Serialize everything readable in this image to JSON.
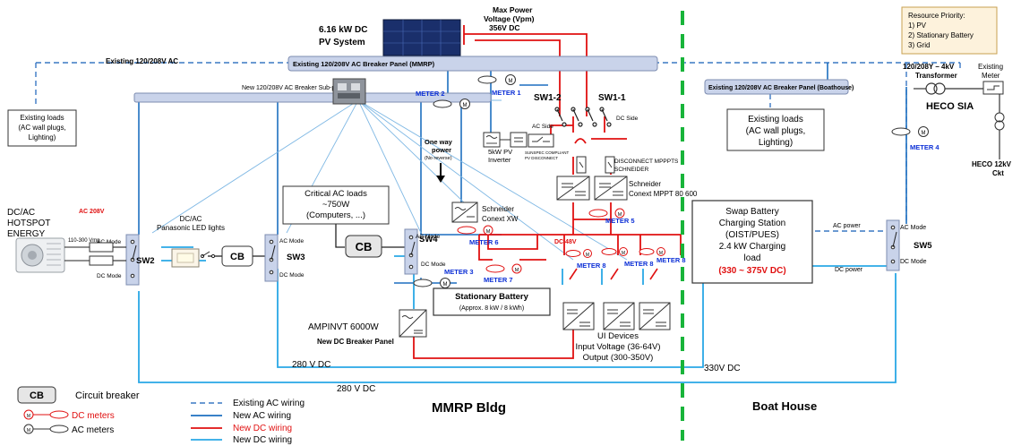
{
  "colors": {
    "existing_ac": "#3a78c4",
    "new_ac": "#1d6fc0",
    "new_dc_red": "#e01010",
    "new_dc_light": "#29a8e6",
    "building_divider": "#18b43a",
    "panel_fill": "#c9d3ea",
    "panel_stroke": "#7d8cb0",
    "building_label": "#1fa83a",
    "meter_label": "#0b2fd6"
  },
  "pv": {
    "title_line1": "6.16 kW DC",
    "title_line2": "PV System"
  },
  "vpm": {
    "line1": "Max Power",
    "line2": "Voltage (Vpm)",
    "value": "356V DC"
  },
  "priority": {
    "title": "Resource Priority:",
    "items": [
      "1)  PV",
      "2)  Stationary Battery",
      "3)  Grid"
    ]
  },
  "wiring_top": {
    "existing_ac_label": "Existing 120/208V AC"
  },
  "panels": {
    "mmrp": "Existing 120/208V AC Breaker Panel (MMRP)",
    "subpanel": "New 120/208V AC Breaker Sub-panel",
    "boathouse": "Existing 120/208V AC Breaker Panel (Boathouse)"
  },
  "transformer": {
    "line1": "120/208Y – 4kV",
    "line2": "Transformer"
  },
  "existing_meter": {
    "line1": "Existing",
    "line2": "Meter"
  },
  "heco": {
    "sia": "HECO SIA",
    "ckt_line1": "HECO 12kV",
    "ckt_line2": "Ckt"
  },
  "existing_loads_left": {
    "line1": "Existing loads",
    "line2": "(AC wall plugs,",
    "line3": "Lighting)"
  },
  "existing_loads_right": {
    "line1": "Existing loads",
    "line2": "(AC wall plugs,",
    "line3": "Lighting)"
  },
  "meters": {
    "m1": "METER 1",
    "m2": "METER 2",
    "m3": "METER 3",
    "m4": "METER 4",
    "m5": "METER 5",
    "m6": "METER 6",
    "m7": "METER 7",
    "m8a": "METER 8",
    "m8b": "METER 8",
    "m8c": "METER 8"
  },
  "meter_symbol": "M",
  "switches": {
    "sw1_2": "SW1-2",
    "sw1_1": "SW1-1",
    "sw2": "SW2",
    "sw3": "SW3",
    "sw4": "SW4",
    "sw5": "SW5",
    "ac_side": "AC Side",
    "dc_side": "DC Side",
    "ac_mode": "AC Mode",
    "dc_mode": "DC Mode"
  },
  "inverter_pv": {
    "line1": "5kW PV",
    "line2": "Inverter"
  },
  "disconnect": {
    "line1": "SUNSPEC COMPLIANT",
    "line2": "PV DISCONNECT"
  },
  "mppt_disconnect": {
    "line1": "DISCONNECT MPPPTS",
    "line2": "SCHNEIDER"
  },
  "conext_mppt": {
    "line1": "Schneider",
    "line2": "Conext MPPT 80 600"
  },
  "conext_xw": {
    "line1": "Schneider",
    "line2": "Conext XW"
  },
  "one_way": {
    "line1": "One way",
    "line2": "power",
    "line3": "(No reverse)"
  },
  "critical_loads": {
    "line1": "Critical AC loads",
    "line2": "~750W",
    "line3": "(Computers, ...)"
  },
  "cb_label": "CB",
  "dcac_hotspot": {
    "line1": "DC/AC",
    "line2": "HOTSPOT",
    "line3": "ENERGY",
    "vmp": "110-300 Vmp",
    "ac208": "AC 208V"
  },
  "led": {
    "line1": "DC/AC",
    "line2": "Panasonic LED lights"
  },
  "battery": {
    "title": "Stationary Battery",
    "sub": "(Approx. 8 kW / 8 kWh)"
  },
  "dc48": "DC 48V",
  "ampinvt": {
    "label": "AMPINVT 6000W",
    "panel": "New DC Breaker Panel"
  },
  "ui_devices": {
    "line1": "UI Devices",
    "line2": "Input Voltage (36-64V)",
    "line3": "Output (300-350V)"
  },
  "swap_station": {
    "line1": "Swap Battery",
    "line2": "Charging Station",
    "line3": "(OIST/PUES)",
    "line4": "2.4 kW Charging",
    "line5": "load",
    "line6": "(330 ~ 375V DC)"
  },
  "ac_power": "AC power",
  "dc_power": "DC power",
  "bus": {
    "v280a": "280 V DC",
    "v280b": "280 V DC",
    "v330": "330V DC"
  },
  "buildings": {
    "mmrp": "MMRP Bldg",
    "boathouse": "Boat House"
  },
  "legend": {
    "cb_symbol": "CB",
    "cb_label": "Circuit breaker",
    "dc_meters": "DC meters",
    "ac_meters": "AC meters",
    "existing_ac": "Existing AC wiring",
    "new_ac": "New AC wiring",
    "new_dc_red": "New DC wiring",
    "new_dc_light": "New DC wiring"
  }
}
